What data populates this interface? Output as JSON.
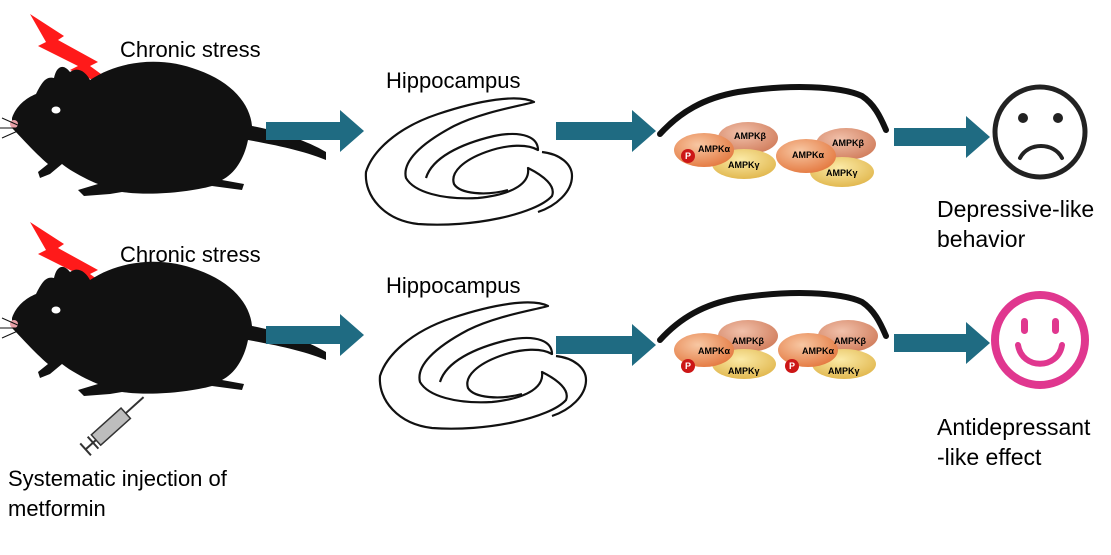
{
  "colors": {
    "arrow": "#1f6b82",
    "lightning": "#ff0000",
    "mouse": "#111111",
    "sad_face": "#222222",
    "happy_face": "#e0378f",
    "alpha": "#e98a55",
    "beta": "#dc9270",
    "gamma": "#e9c05a",
    "phospho": "#cc1616"
  },
  "icons": {
    "mouse": "mouse-silhouette",
    "lightning": "lightning-bolt",
    "syringe": "syringe",
    "hippocampus": "hippocampus-outline",
    "sad": "sad-face",
    "happy": "smiley-face"
  },
  "rows": [
    {
      "stress_label": "Chronic stress",
      "region_label": "Hippocampus",
      "outcome_label": "Depressive-like\nbehavior",
      "complexes": [
        {
          "alpha": "AMPKα",
          "beta": "AMPKβ",
          "gamma": "AMPKγ",
          "phospho": "P"
        },
        {
          "alpha": "AMPKα",
          "beta": "AMPKβ",
          "gamma": "AMPKγ"
        }
      ]
    },
    {
      "stress_label": "Chronic stress",
      "region_label": "Hippocampus",
      "treatment_label": "Systematic injection of\nmetformin",
      "outcome_label": "Antidepressant\n-like effect",
      "complexes": [
        {
          "alpha": "AMPKα",
          "beta": "AMPKβ",
          "gamma": "AMPKγ",
          "phospho": "P"
        },
        {
          "alpha": "AMPKα",
          "beta": "AMPKβ",
          "gamma": "AMPKγ",
          "phospho": "P"
        }
      ]
    }
  ]
}
